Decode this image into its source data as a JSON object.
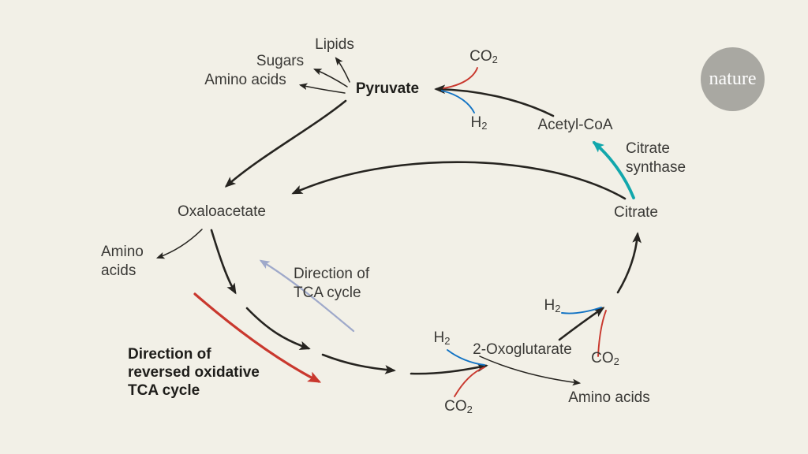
{
  "colors": {
    "background": "#f2f0e7",
    "ink": "#262420",
    "text": "#3a3936",
    "red": "#c9382e",
    "blue": "#1273c4",
    "teal": "#12a7ac",
    "gray_blue": "#9fa9ca",
    "logo_gray": "#a9a8a2"
  },
  "logo": {
    "text": "nature"
  },
  "nodes": {
    "pyruvate": "Pyruvate",
    "acetyl_coa": "Acetyl-CoA",
    "citrate": "Citrate",
    "oxaloacetate": "Oxaloacetate",
    "oxoglutarate": "2-Oxoglutarate"
  },
  "byproducts": {
    "lipids": "Lipids",
    "sugars": "Sugars",
    "amino_acids_top": "Amino acids",
    "amino_left_line1": "Amino",
    "amino_left_line2": "acids",
    "amino_acids_bottom": "Amino acids"
  },
  "molecules": {
    "co2_base": "CO",
    "co2_sub": "2",
    "h2_base": "H",
    "h2_sub": "2"
  },
  "enzyme": {
    "line1": "Citrate",
    "line2": "synthase"
  },
  "direction_labels": {
    "tca_line1": "Direction of",
    "tca_line2": "TCA cycle",
    "reversed_line1": "Direction of",
    "reversed_line2": "reversed oxidative",
    "reversed_line3": "TCA cycle"
  }
}
